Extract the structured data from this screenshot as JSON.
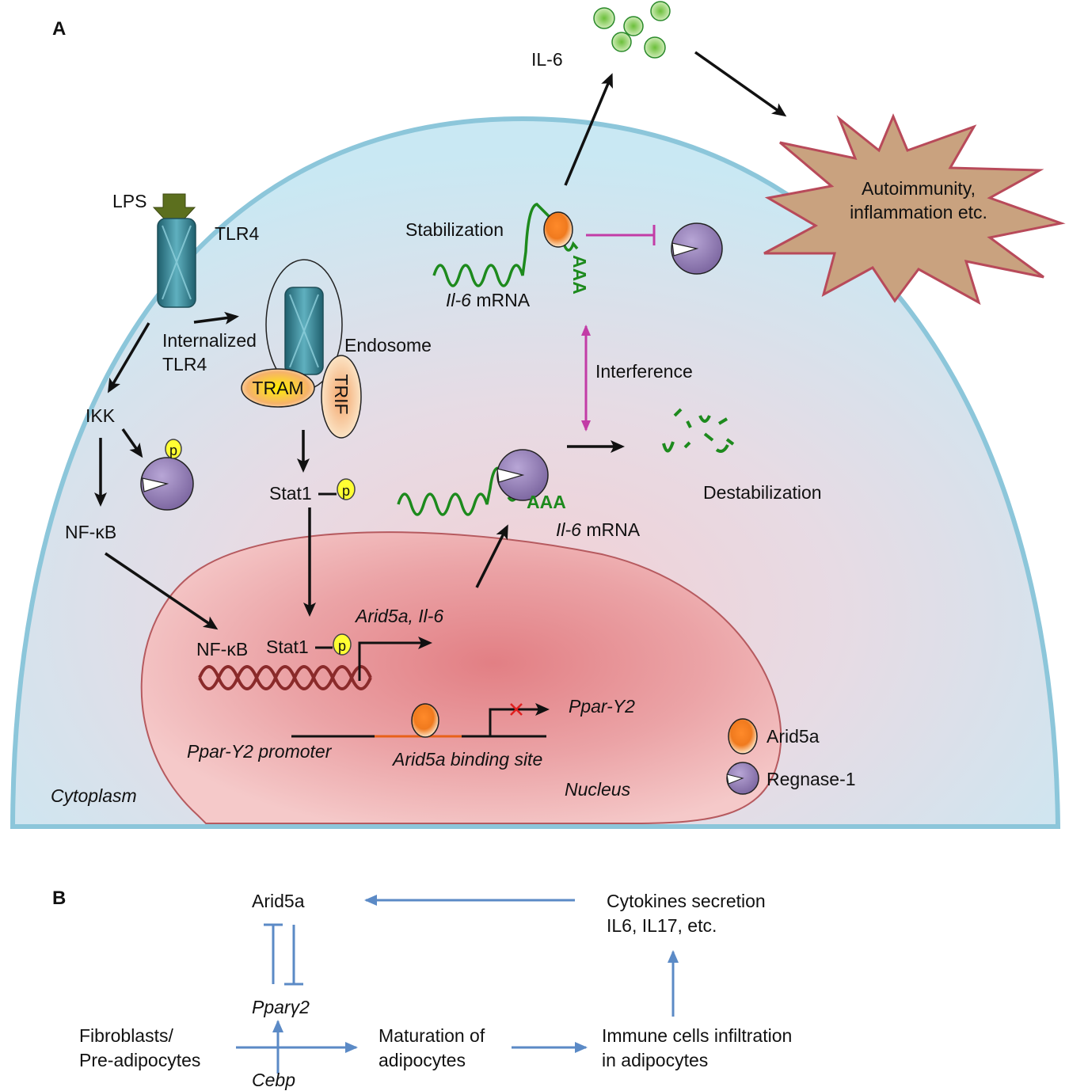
{
  "panel_a": {
    "label": "A",
    "molecules": {
      "lps": "LPS",
      "tlr4": "TLR4",
      "internalized_tlr4": [
        "Internalized",
        "TLR4"
      ],
      "endosome": "Endosome",
      "tram": "TRAM",
      "trif": "TRIF",
      "ikk": "IKK",
      "nfkb_cyto": "NF-κB",
      "stat1_cyto": "Stat1",
      "phospho": "p",
      "nfkb_nuc": "NF-κB",
      "stat1_nuc": "Stat1",
      "arid5a_il6": "Arid5a, Il-6",
      "ppar_y2": "Ppar-Y2",
      "ppar_promoter": "Ppar-Y2 promoter",
      "arid5a_binding_site": "Arid5a binding site",
      "il6": "IL-6",
      "il6_mrna_italic": "Il-6",
      "mrna_word": " mRNA",
      "aaa": "AAA"
    },
    "process_labels": {
      "stabilization": "Stabilization",
      "interference": "Interference",
      "destabilization": "Destabilization",
      "outcome": [
        "Autoimmunity,",
        "inflammation etc."
      ]
    },
    "compartments": {
      "cytoplasm": "Cytoplasm",
      "nucleus": "Nucleus"
    },
    "legend": [
      {
        "name": "Arid5a",
        "color": "#f07a1e"
      },
      {
        "name": "Regnase-1",
        "color": "#8e79b0"
      }
    ],
    "colors": {
      "cell": "#cfeaf3",
      "nucleus": "#e89b9b",
      "mrna": "#1d8a1d",
      "inhibition": "#c23ca6",
      "dna": "#8a2a2a",
      "receptor": "#2e7b8a",
      "il6_particle": "#8fcf5a"
    }
  },
  "panel_b": {
    "label": "B",
    "nodes": {
      "arid5a": "Arid5a",
      "cytokines": [
        "Cytokines secretion",
        "IL6, IL17, etc."
      ],
      "ppary2": "Pparγ2",
      "fibroblasts": [
        "Fibroblasts/",
        "Pre-adipocytes"
      ],
      "maturation": [
        "Maturation of",
        "adipocytes"
      ],
      "immune": [
        "Immune cells infiltration",
        "in adipocytes"
      ],
      "cebp": "Cebp"
    },
    "colors": {
      "arrow": "#5b8ac6"
    }
  }
}
